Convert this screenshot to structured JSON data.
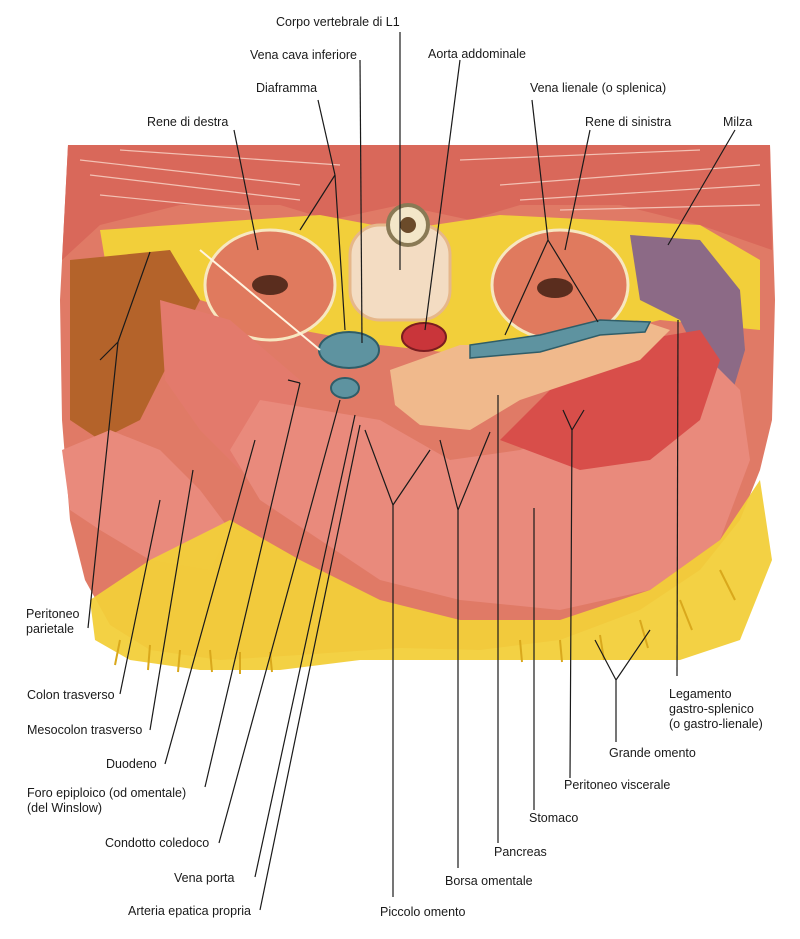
{
  "labels": {
    "corpo_vertebrale": "Corpo vertebrale di L1",
    "vena_cava": "Vena cava inferiore",
    "aorta": "Aorta addominale",
    "diaframma": "Diaframma",
    "vena_lienale": "Vena lienale (o splenica)",
    "rene_destra": "Rene di destra",
    "rene_sinistra": "Rene di sinistra",
    "milza": "Milza",
    "peritoneo_parietale": "Peritoneo\nparietale",
    "colon_trasverso": "Colon trasverso",
    "mesocolon_trasverso": "Mesocolon trasverso",
    "duodeno": "Duodeno",
    "foro_epiploico": "Foro epiploico (od omentale)\n(del Winslow)",
    "condotto_coledoco": "Condotto coledoco",
    "vena_porta": "Vena porta",
    "arteria_epatica": "Arteria epatica propria",
    "piccolo_omento": "Piccolo omento",
    "borsa_omentale": "Borsa omentale",
    "pancreas": "Pancreas",
    "stomaco": "Stomaco",
    "peritoneo_viscerale": "Peritoneo viscerale",
    "grande_omento": "Grande omento",
    "legamento": "Legamento\ngastro-splenico\n(o gastro-lienale)"
  },
  "colors": {
    "muscle": "#d9685a",
    "fat": "#f2cf3a",
    "kidney": "#d96a4f",
    "liver": "#b4632a",
    "stomach": "#e98a7c",
    "pancreas": "#f0b98c",
    "spleen": "#8c6a86",
    "vessel": "#5e93a0",
    "aorta": "#c9353a",
    "line": "#1a1a1a"
  }
}
